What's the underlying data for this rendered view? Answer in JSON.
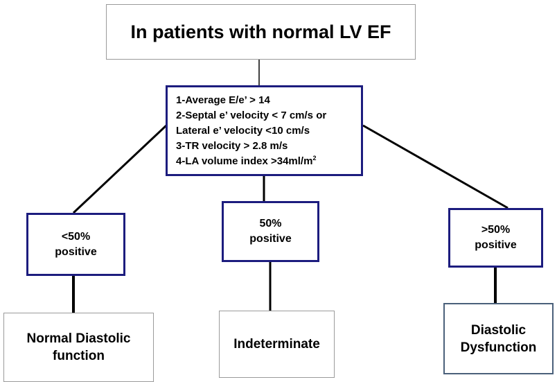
{
  "title": "In patients with normal LV EF",
  "criteria": [
    {
      "text": "1-Average E/e’ > 14"
    },
    {
      "text": "2-Septal e’ velocity < 7 cm/s or"
    },
    {
      "text": "Lateral e’ velocity <10 cm/s"
    },
    {
      "text": "3-TR velocity > 2.8 m/s"
    },
    {
      "text": "4-LA volume index >34ml/m",
      "sup": "2"
    }
  ],
  "branches": [
    {
      "line1": "<50%",
      "line2": "positive"
    },
    {
      "line1": "50%",
      "line2": "positive"
    },
    {
      "line1": ">50%",
      "line2": "positive"
    }
  ],
  "outcomes": [
    {
      "line1": "Normal Diastolic",
      "line2": "function"
    },
    {
      "line1": "Indeterminate",
      "line2": ""
    },
    {
      "line1": "Diastolic",
      "line2": "Dysfunction"
    }
  ],
  "colors": {
    "criteria_border": "#1c1c7e",
    "outcome_accent_border": "#4a607a",
    "neutral_border": "#9a9a9a"
  }
}
